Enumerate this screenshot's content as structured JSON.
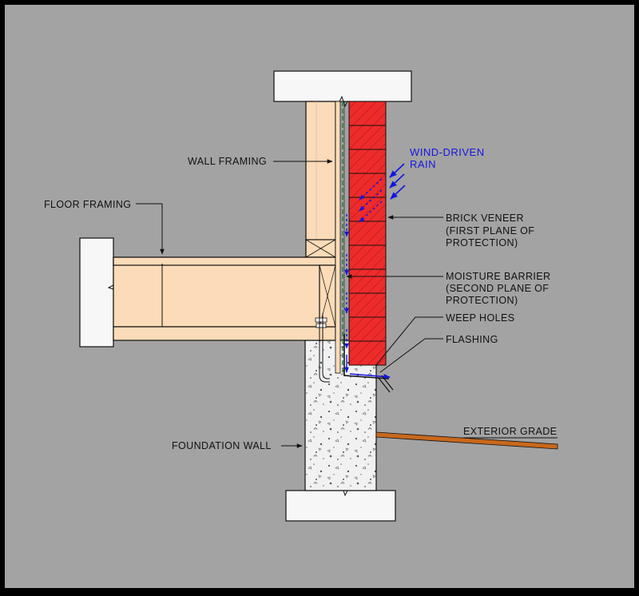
{
  "labels": {
    "wall_framing": "WALL FRAMING",
    "floor_framing": "FLOOR FRAMING",
    "wind_rain_1": "WIND-DRIVEN",
    "wind_rain_2": "RAIN",
    "brick_1": "BRICK VENEER",
    "brick_2": "(FIRST PLANE OF",
    "brick_3": "PROTECTION)",
    "moisture_1": "MOISTURE BARRIER",
    "moisture_2": "(SECOND PLANE OF",
    "moisture_3": "PROTECTION)",
    "weep_holes": "WEEP HOLES",
    "flashing": "FLASHING",
    "foundation_wall": "FOUNDATION WALL",
    "exterior_grade": "EXTERIOR GRADE"
  },
  "colors": {
    "background": "#a3a3a3",
    "frame": "#000000",
    "wood": "#fcdcb8",
    "brick": "#ee2b2b",
    "concrete": "#f1f1f1",
    "barrier": "#2f7a45",
    "rain": "#1515e0",
    "grade": "#c8681c"
  }
}
